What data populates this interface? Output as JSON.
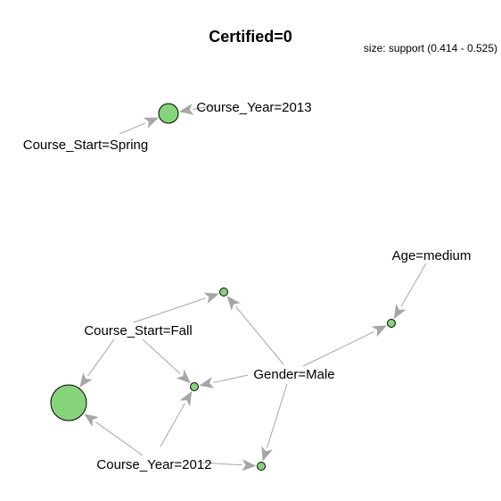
{
  "title": "Certified=0",
  "legend_text": "size: support (0.414 - 0.525)",
  "colors": {
    "rule_node": "#87d37c",
    "edge": "#a6a6a6"
  },
  "items": [
    {
      "id": "course_year_2013",
      "label": "Course_Year=2013"
    },
    {
      "id": "course_start_spring",
      "label": "Course_Start=Spring"
    },
    {
      "id": "age_medium",
      "label": "Age=medium"
    },
    {
      "id": "course_start_fall",
      "label": "Course_Start=Fall"
    },
    {
      "id": "gender_male",
      "label": "Gender=Male"
    },
    {
      "id": "course_year_2012",
      "label": "Course_Year=2012"
    }
  ],
  "rules": [
    {
      "id": "r1",
      "lhs": [
        "course_start_spring",
        "course_year_2013"
      ]
    },
    {
      "id": "r2",
      "lhs": [
        "course_start_fall",
        "course_year_2012"
      ]
    },
    {
      "id": "r3",
      "lhs": [
        "course_start_fall",
        "gender_male"
      ]
    },
    {
      "id": "r4",
      "lhs": [
        "course_start_fall",
        "gender_male",
        "course_year_2012"
      ]
    },
    {
      "id": "r5",
      "lhs": [
        "age_medium",
        "gender_male"
      ]
    },
    {
      "id": "r6",
      "lhs": [
        "gender_male",
        "course_year_2012"
      ]
    }
  ]
}
